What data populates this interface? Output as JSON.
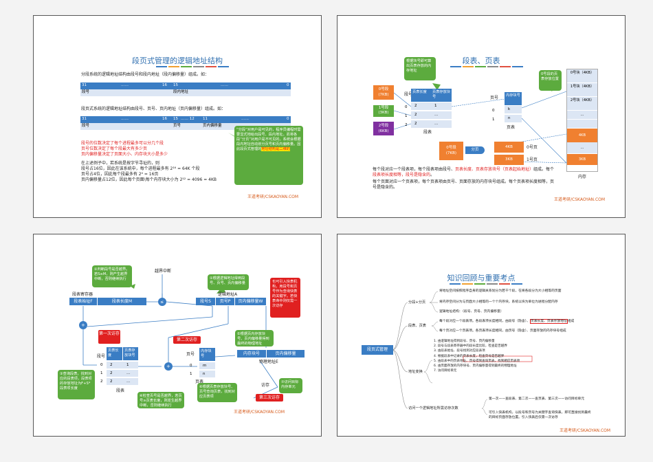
{
  "palette": {
    "blue": "#3a7dc4",
    "light_blue": "#dce6f4",
    "green": "#5cab3e",
    "orange": "#f08030",
    "red": "#e02020",
    "brand": "#d65a1a"
  },
  "brand": "王道考研/CSKAOYAN.COM",
  "s1": {
    "title": "段页式管理的逻辑地址结构",
    "p1": "分段系统的逻辑地址结构由段号和段内地址（段内偏移量）组成。如：",
    "t1": {
      "a": "31",
      "b": "……",
      "c": "16",
      "d": "15",
      "e": "……",
      "f": "0",
      "g": "段号",
      "h": "段内地址"
    },
    "p2": "段页式系统的逻辑地址结构由段号、页号、页内地址（页内偏移量）组成。如：",
    "t2": {
      "a": "31",
      "b": "……",
      "c": "16",
      "d": "15",
      "e": "…… 12",
      "f": "11",
      "g": "……",
      "h": "0",
      "i": "段号",
      "j": "页号",
      "k": "页内偏移量"
    },
    "r1": "段号的位数决定了每个进程最多可以分几个段",
    "r2": "页号位数决定了每个段最大有多少页",
    "r3": "页内偏移量决定了页面大小、内存块大小是多少",
    "b1": "在上述例子中，若系统是按字节寻址的，则",
    "b2": "段号占16位，因此在该系统中，每个进程最多有 2¹⁶ = 64K 个段",
    "b3": "页号占4位，因此每个段最多有 2⁴ = 16页",
    "b4": "页内偏移量占12位，因此每个页面\\每个内存块大小为 2¹² = 4096 = 4KB",
    "callout": "“分段”对用户是可见的，程序员编程时需要显式地给出段号、段内地址。而将各段“分页”对用户是不可见的。系统会根据段内地址自动划分页号和页内偏移量。因此段页式管理的地址结构是二维的。",
    "callout_a": "“分段”对用户是可见的，程序员编程时需要显式地给出段号、段内地址。而将各段“分页”对用户是不可见的。系统会根据段内地址自动划分页号和页内偏移量。",
    "callout_b": "因此段页式管理的",
    "callout_c": "地址结构是二维的"
  },
  "s2": {
    "title": "段表、页表",
    "tip1": "根据块号即可算出页表存放的内存地址",
    "tip2": "0号段的页表存放位置",
    "seg0": "0号段\n(7KB)",
    "seg1": "1号段\n(3KB)",
    "seg2": "2号段\n(6KB)",
    "segnum_h": "段号",
    "h1": "页表长度",
    "h2": "页表存放块号",
    "rows": [
      [
        "0",
        "2",
        "1"
      ],
      [
        "1",
        "2",
        "…"
      ],
      [
        "2",
        "2",
        "…"
      ]
    ],
    "seg_table": "段表",
    "page_h": "页号",
    "page_h2": "内存块号",
    "prow": [
      [
        "0",
        "k"
      ],
      [
        "1",
        "n"
      ]
    ],
    "page_table": "页表",
    "seg8": "0号段\n(7KB)",
    "split": "分页",
    "p0": "4KB",
    "p1": "3KB",
    "pl0": "0号页",
    "pl1": "1号页",
    "mem": [
      "0号块（4KB）",
      "1号块（4KB）",
      "2号块（4KB）",
      "…",
      "",
      "4KB",
      "…",
      "3KB",
      ""
    ],
    "mem_label": "内存",
    "d1": "每个段对应一个段表项，每个段表项由段号、页表长度、页表存放块号（页表起始地址）组成。每个段表项长度相等，段号是隐含的。",
    "d1a": "每个段对应一个段表项，每个段表项由段号、",
    "d1b": "页表长度、页表存放块号（页表起始",
    "d1c": "地址）",
    "d1d": "组成。每个",
    "d1e": "段表项长度相等，段号是隐含的",
    "d1f": "。",
    "d2": "每个页面对应一个页表项，每个页表项由页号、页面存放的内存块号组成。每个页表项长度相等，页号是隐含的。"
  },
  "s3": {
    "n2": "②判断段号是否越界。若S≥M，则产生越界中断，否则继续执行",
    "oob": "越界中断",
    "seg_reg": "段表寄存器",
    "reg_a": "段表始址F",
    "reg_b": "段表长度M",
    "la": "逻辑地址A",
    "la1": "段号S",
    "la2": "页号P",
    "la3": "页内偏移量W",
    "n1": "①根据逻辑地址得到段号、页号、页内偏移量",
    "red_note": "也可引入快表机构，用段号和页号作为查询快表的关键字。若快表命中则仅需一次访存",
    "first": "第一次访存",
    "second": "第二次访存",
    "third": "第三次访存",
    "segnum": "段号",
    "h1": "页表长度",
    "h2": "页表存放块号",
    "rows": [
      [
        "0",
        "2",
        "1"
      ],
      [
        "1",
        "2",
        "…"
      ],
      [
        "2",
        "2",
        "…"
      ]
    ],
    "seg_table": "段表",
    "pnum": "页号",
    "ph": "内存块号",
    "prow": [
      [
        "0",
        "m"
      ],
      [
        "1",
        "n"
      ]
    ],
    "page_table": "页表",
    "n5": "⑤根据页内存放块号、页内偏移量得到最终的物理地址",
    "pa1": "内存块号",
    "pa2": "页内偏移量",
    "pa": "物理地址E",
    "n3": "③查询段表，找到对应的段表项，段表项的存放地址为F+S*段表项长度",
    "n4": "④检查页号是否越界，若页号≥页表长度，则发生越界中断，否则继续执行",
    "n6": "⑥根据页表存放块号、页号查询页表，找到对应页表项",
    "access": "访存",
    "n7": "⑦访问目标内存单元"
  },
  "s4": {
    "title": "知识回顾与重要考点",
    "root": "段页式管理",
    "b1": "分段+分页",
    "b1a": "将地址空间按照程序自身的逻辑关系划分为若干个段，在将各段分为大小相等的页面",
    "b1b": "将内存空间分为与页面大小相等的一个个内存块，系统以块为单位为进程分配内存",
    "b1c": "逻辑地址结构：（段号、页号、页内偏移量）",
    "b2": "段表、页表",
    "b2a": "每个段对应一个段表项。各段表项长度相同，由段号（隐含）、页表长度、页表存放地址组成",
    "b2a1": "每个段对应一个段表项。各段表项长度相同，由段号（隐含）、",
    "b2a2": "页表长度、页表存放地址",
    "b2a3": "组成",
    "b2b": "每个页对应一个页表项。各页表项长度相同，由页号（隐含）、页面存放的内存块号组成",
    "b3": "地址变换",
    "steps": [
      "1. 由逻辑地址得到段号、页号、页内偏移量",
      "2. 段号与段表寄存器中的段长度比较，检查是否越界",
      "3. 由段表始址、段号找到对应段表项",
      "4. 根据段表中记录的页表长度，检查页号是否越界",
      "5. 由段表中的页表地址、页号得到查询页表，找到相应页表项",
      "6. 由页面存放的内存块号、页内偏移量得到最终的物理地址",
      "7. 访问目标单元"
    ],
    "b4": "访问一个逻辑地址所需访存次数",
    "b4a": "第一次——查段表、第二次——查页表、第三次——访问目标单元",
    "b4b": "可引入快表机构，以段号和页号为关键字查询快表，即可直接找到最终的目标页面存放位置。引入快表后仅需一次访存"
  }
}
